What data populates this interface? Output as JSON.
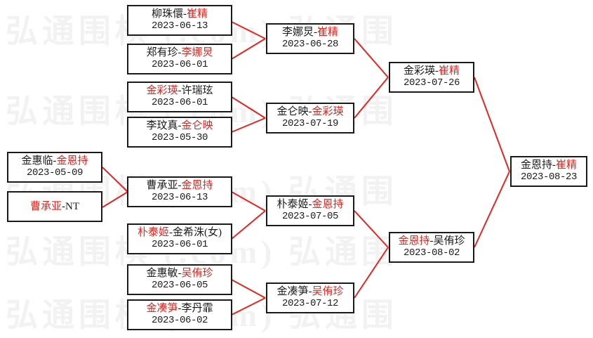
{
  "diagram": {
    "type": "tournament-bracket",
    "title": "",
    "accent_color": "#e8231e",
    "line_color": "#e8231e",
    "box_border_color": "#1a1a1a",
    "background_color": "#ffffff",
    "watermark": {
      "text_cjk": "弘通围",
      "text_latin": "(.com)",
      "color": "#f2f2f2",
      "lines": [
        "弘通围棋 (.com) 弘通围",
        "弘通围棋 (.com) 弘通围",
        "弘通围棋 (.com) 弘通围",
        "弘通围棋 (.com) 弘通围",
        "弘通围棋 (.com) 弘通围"
      ]
    },
    "rounds": [
      {
        "name": "round-1",
        "matches": [
          {
            "id": "r1m1",
            "left": "柳珠儇",
            "right": "崔精",
            "winner": "right",
            "date": "2023-06-13"
          },
          {
            "id": "r1m2",
            "left": "郑有珍",
            "right": "李娜炅",
            "winner": "right",
            "date": "2023-06-01"
          },
          {
            "id": "r1m3",
            "left": "金彩瑛",
            "right": "许瑞玹",
            "winner": "left",
            "date": "2023-06-01"
          },
          {
            "id": "r1m4",
            "left": "李玟真",
            "right": "金仑映",
            "winner": "right",
            "date": "2023-05-30"
          },
          {
            "id": "r1m5",
            "left": "金惠临",
            "right": "金恩持",
            "winner": "right",
            "date": "2023-05-09"
          },
          {
            "id": "r1m6",
            "left": "曹承亚",
            "right": "NT",
            "winner": "left",
            "date": ""
          },
          {
            "id": "r1m7",
            "left": "曹承亚",
            "right": "金恩持",
            "winner": "right",
            "date": "2023-06-13"
          },
          {
            "id": "r1m8",
            "left": "朴泰姬",
            "right": "金希洙(女)",
            "winner": "left",
            "date": "2023-06-01"
          },
          {
            "id": "r1m9",
            "left": "金惠敏",
            "right": "吴侑珍",
            "winner": "right",
            "date": "2023-06-05"
          },
          {
            "id": "r1m10",
            "left": "金凑笋",
            "right": "李丹霏",
            "winner": "left",
            "date": "2023-06-02"
          }
        ]
      },
      {
        "name": "round-2",
        "matches": [
          {
            "id": "r2m1",
            "left": "李娜炅",
            "right": "崔精",
            "winner": "right",
            "date": "2023-06-28"
          },
          {
            "id": "r2m2",
            "left": "金仑映",
            "right": "金彩瑛",
            "winner": "right",
            "date": "2023-07-19"
          },
          {
            "id": "r2m3",
            "left": "朴泰姬",
            "right": "金恩持",
            "winner": "right",
            "date": "2023-07-05"
          },
          {
            "id": "r2m4",
            "left": "金凑笋",
            "right": "吴侑珍",
            "winner": "right",
            "date": "2023-07-12"
          }
        ]
      },
      {
        "name": "round-3",
        "matches": [
          {
            "id": "r3m1",
            "left": "金彩瑛",
            "right": "崔精",
            "winner": "right",
            "date": "2023-07-26"
          },
          {
            "id": "r3m2",
            "left": "金恩持",
            "right": "吴侑珍",
            "winner": "left",
            "date": "2023-08-02"
          }
        ]
      },
      {
        "name": "final",
        "matches": [
          {
            "id": "fm1",
            "left": "金恩持",
            "right": "崔精",
            "winner": "right",
            "date": "2023-08-23"
          }
        ]
      }
    ]
  }
}
